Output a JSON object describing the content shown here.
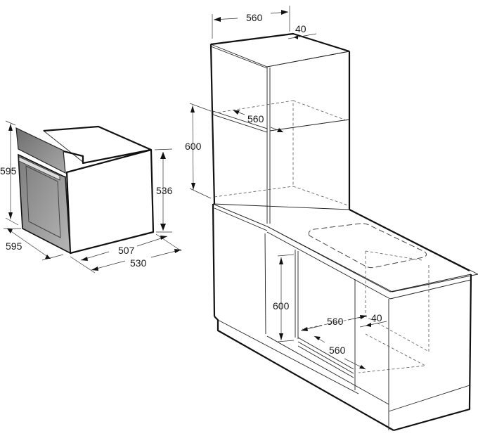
{
  "diagram": {
    "type": "technical-installation-drawing",
    "subject": "Built-in oven dimensions and installation cut-outs"
  },
  "oven": {
    "dims": {
      "height": "595",
      "width": "595",
      "body_height": "536",
      "body_depth": "507",
      "total_depth": "530"
    }
  },
  "tall_cabinet": {
    "dims": {
      "width_top": "560",
      "back_gap": "40",
      "niche_depth": "560",
      "niche_height": "600"
    }
  },
  "base_cabinet": {
    "dims": {
      "niche_height": "600",
      "niche_width": "560",
      "back_gap": "40",
      "niche_depth": "560"
    }
  },
  "colors": {
    "line": "#111111",
    "oven_front": "#9a9a9a",
    "background": "#ffffff"
  }
}
